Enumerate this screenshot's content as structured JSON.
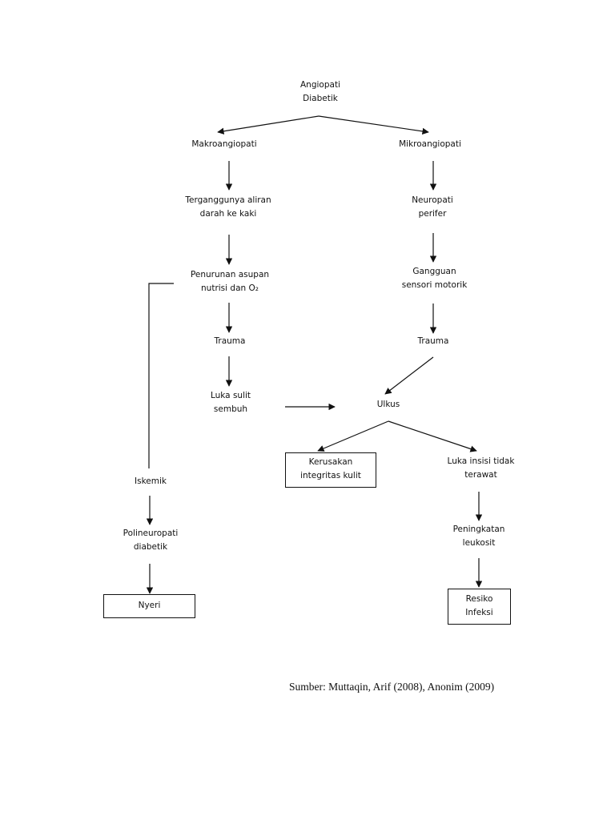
{
  "nodes": {
    "angiopati": [
      "Angiopati",
      "Diabetik"
    ],
    "makro": [
      "Makroangiopati"
    ],
    "mikro": [
      "Mikroangiopati"
    ],
    "terganggu": [
      "Terganggunya aliran",
      "darah ke kaki"
    ],
    "neuropati": [
      "Neuropati",
      "perifer"
    ],
    "penurunan": [
      "Penurunan asupan",
      "nutrisi dan O₂"
    ],
    "gangguan": [
      "Gangguan",
      "sensori motorik"
    ],
    "trauma_left": [
      "Trauma"
    ],
    "trauma_right": [
      "Trauma"
    ],
    "luka_sulit": [
      "Luka sulit",
      "sembuh"
    ],
    "ulkus": [
      "Ulkus"
    ],
    "kerusakan": [
      "Kerusakan",
      "integritas kulit"
    ],
    "luka_insisi": [
      "Luka insisi tidak",
      "terawat"
    ],
    "iskemik": [
      "Iskemik"
    ],
    "polineuropati": [
      "Polineuropati",
      "diabetik"
    ],
    "peningkatan": [
      "Peningkatan",
      "leukosit"
    ],
    "nyeri": [
      "Nyeri"
    ],
    "resiko": [
      "Resiko",
      "Infeksi"
    ]
  },
  "source": "Sumber: Muttaqin, Arif (2008), Anonim (2009)"
}
